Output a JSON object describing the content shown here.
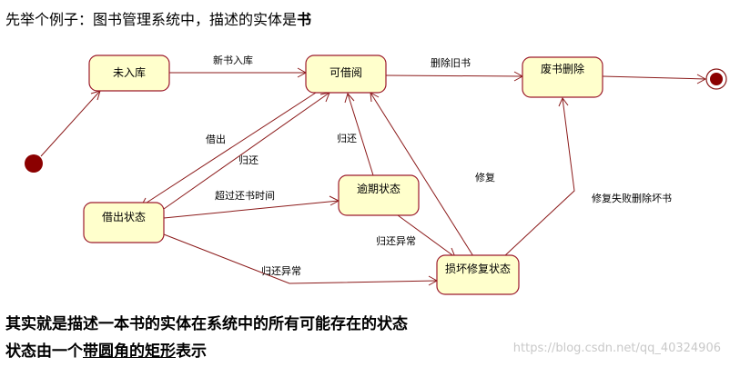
{
  "heading": {
    "prefix": "先举个例子：图书管理系统中，描述的实体是",
    "emphasis": "书"
  },
  "states": {
    "not_in_library": "未入库",
    "borrowable": "可借阅",
    "discarded": "废书删除",
    "borrowed": "借出状态",
    "overdue": "逾期状态",
    "damaged_repair": "损坏修复状态"
  },
  "transitions": {
    "new_book_in": "新书入库",
    "delete_old": "删除旧书",
    "lend_out": "借出",
    "return_from_borrowed": "归还",
    "return_from_overdue": "归还",
    "past_due": "超过还书时间",
    "return_abnormal_overdue": "归还异常",
    "return_abnormal_borrowed": "归还异常",
    "repair": "修复",
    "repair_failed": "修复失败删除坏书"
  },
  "footer": {
    "line1": "其实就是描述一本书的实体在系统中的所有可能存在的状态",
    "line2_prefix": "状态由一个",
    "line2_underlined": "带圆角的矩形",
    "line2_suffix": "表示"
  },
  "watermark": "https://blog.csdn.net/qq_40324906",
  "colors": {
    "state_fill": "#ffffcc",
    "state_border": "#9c1a2d",
    "edge": "#8b1a1a",
    "node": "#8b0000"
  }
}
